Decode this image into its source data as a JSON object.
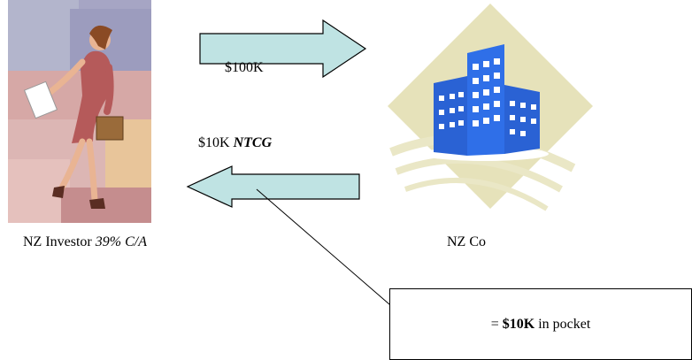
{
  "investor": {
    "name": "NZ Investor",
    "tax_note": "39% C/A"
  },
  "company": {
    "name": "NZ Co"
  },
  "arrows": [
    {
      "direction": "right",
      "label": "$100K"
    },
    {
      "direction": "left",
      "label": "$10K",
      "label_emphasis": "NTCG"
    }
  ],
  "callout": {
    "prefix": "= ",
    "amount": "$10K",
    "suffix": " in pocket"
  },
  "colors": {
    "arrow_fill": "#bfe3e3",
    "building_blue": "#2f6fe8",
    "diamond": "#e6e2ba"
  },
  "icons": [
    "businesswoman-clipart",
    "office-building-clipart"
  ]
}
